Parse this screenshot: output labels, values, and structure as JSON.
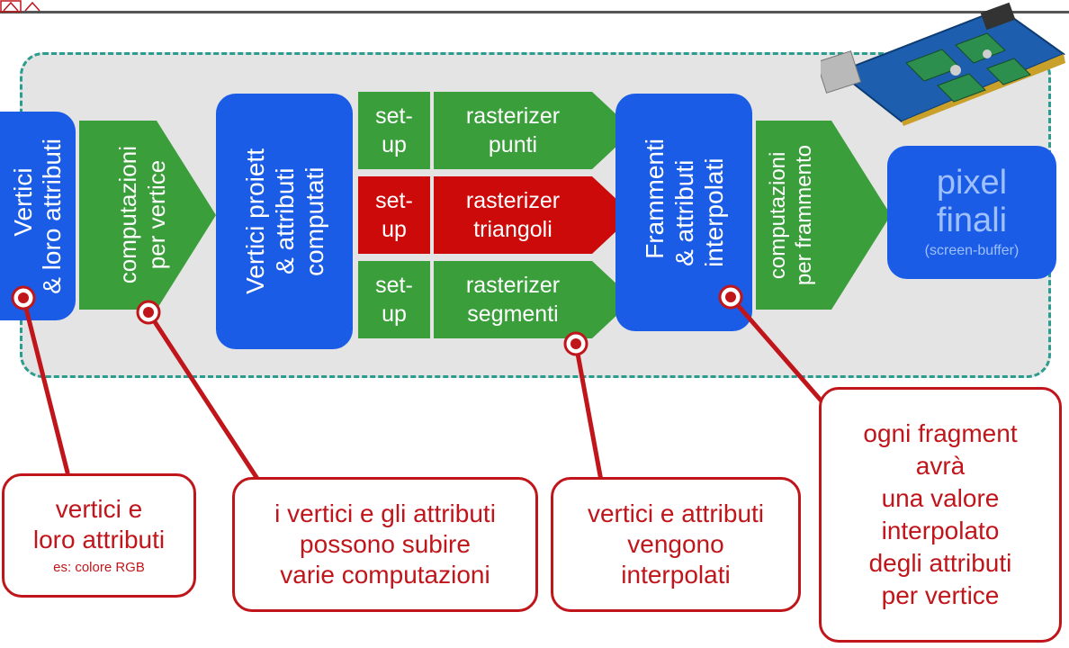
{
  "colors": {
    "blue": "#1a5ce6",
    "green": "#3a9e3a",
    "red": "#cc0a0a",
    "callout_red": "#c0161b",
    "frame_border": "#2a9d8f",
    "frame_fill": "#e4e4e4"
  },
  "pipeline": {
    "vertices": {
      "line1": "Vertici",
      "line2": "& loro attributi"
    },
    "per_vertex": {
      "label": "computazioni\nper vertice"
    },
    "projected": {
      "label": "Vertici proiett\n& attributi\ncomputati"
    },
    "raster_rows": [
      {
        "setup": "set-\nup",
        "rasterizer": "rasterizer\npunti",
        "color": "#3a9e3a"
      },
      {
        "setup": "set-\nup",
        "rasterizer": "rasterizer\ntriangoli",
        "color": "#cc0a0a"
      },
      {
        "setup": "set-\nup",
        "rasterizer": "rasterizer\nsegmenti",
        "color": "#3a9e3a"
      }
    ],
    "fragments": {
      "line1": "Frammenti",
      "line2": "& attributi\ninterpolati"
    },
    "per_fragment": {
      "label": "computazioni\nper frammento"
    },
    "pixels": {
      "line1": "pixel",
      "line2": "finali",
      "sub": "(screen-buffer)"
    }
  },
  "callouts": [
    {
      "text": "vertici e\nloro attributi",
      "sub": "es: colore RGB"
    },
    {
      "text": "i vertici e gli attributi\npossono subire\nvarie computazioni",
      "sub": ""
    },
    {
      "text": "vertici e attributi\nvengono\ninterpolati",
      "sub": ""
    },
    {
      "text": "ogni fragment\navrà\nuna valore\ninterpolato\ndegli attributi\nper vertice",
      "sub": ""
    }
  ],
  "icons": {
    "gpu": "graphics-card-image",
    "marker": "circle-marker-icon"
  }
}
